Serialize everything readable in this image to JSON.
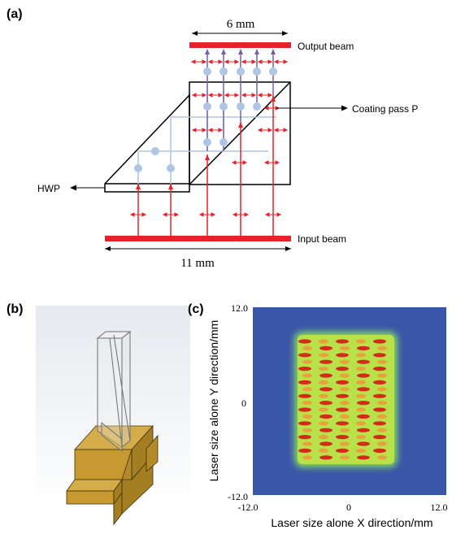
{
  "panel_a": {
    "label": "(a)",
    "width_top": "6 mm",
    "width_bottom": "11 mm",
    "output_beam": "Output beam",
    "input_beam": "Input beam",
    "coating": "Coating pass P",
    "hwp": "HWP",
    "colors": {
      "beam": "#e8202a",
      "polarization_dot": "#aec6e6",
      "path": "#7b5ea7"
    }
  },
  "panel_b": {
    "label": "(b)"
  },
  "panel_c": {
    "label": "(c)",
    "ylabel": "Laser size alone Y direction/mm",
    "xlabel": "Laser size alone X direction/mm",
    "y_top": "12.0",
    "y_mid": "0",
    "y_bottom": "-12.0",
    "x_left": "-12.0",
    "x_mid": "0",
    "x_right": "12.0",
    "colors": {
      "background": "#3a56a8",
      "glow": "#7fd36b",
      "hot": "#d42a1a"
    }
  }
}
